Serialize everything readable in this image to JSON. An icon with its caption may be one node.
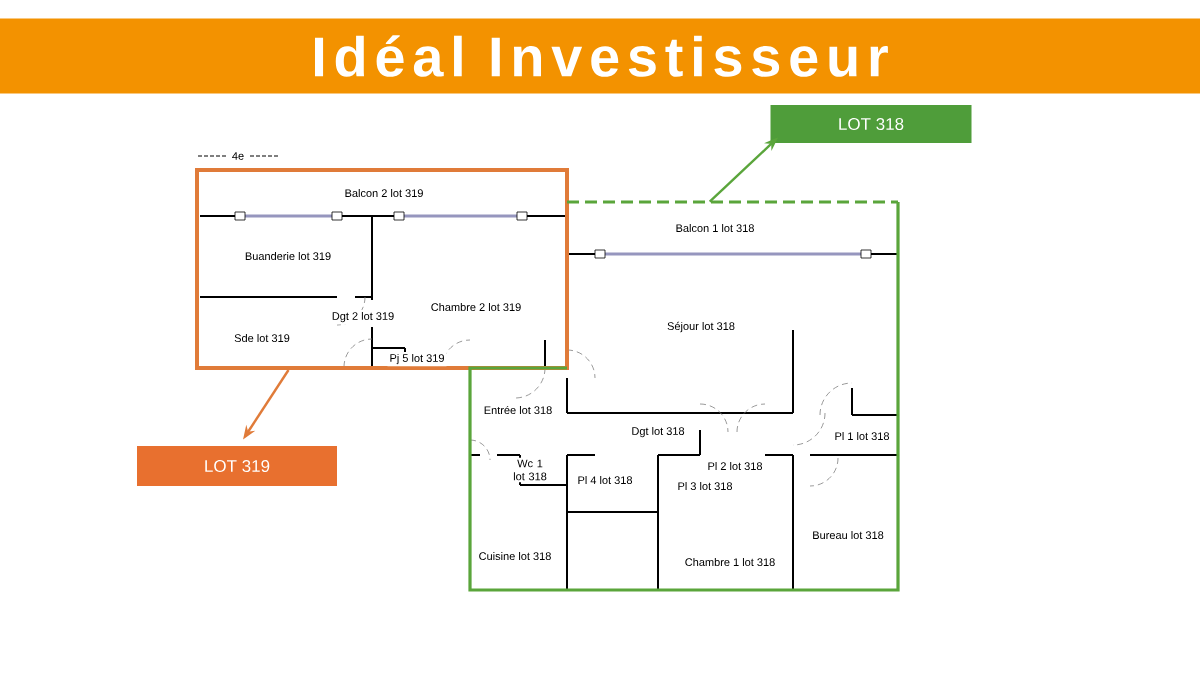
{
  "diagram": {
    "title": "Idéal Investisseur",
    "nodes": [
      {
        "text": [
          "LOT 318"
        ]
      },
      {
        "text": [],
        "shape": "box",
        "beside": [
          "4e"
        ]
      },
      {
        "text": [],
        "shape": "box"
      },
      {
        "text": [
          "LOT 319"
        ]
      }
    ],
    "edges": [
      {
        "from": 2,
        "to": 0,
        "arrow": "to",
        "color": "#5aa53b"
      },
      {
        "from": 1,
        "to": 3,
        "arrow": "to",
        "color": "#e07b39"
      }
    ],
    "labels": [
      "Balcon 2 lot 319",
      "Balcon 1 lot 318",
      "Buanderie lot 319",
      "Chambre 2 lot 319",
      "Dgt 2 lot 319",
      "Sde lot 319",
      "Séjour lot 318",
      "Pj 5 lot 319",
      "Entrée lot 318",
      "Dgt lot 318",
      "Pl 1 lot 318",
      "Wc 1 lot 318",
      "Pl 4 lot 318",
      "Pl 2 lot 318",
      "Pl 3 lot 318",
      "Bureau lot 318",
      "Cuisine lot 318",
      "Chambre 1 lot 318"
    ]
  }
}
